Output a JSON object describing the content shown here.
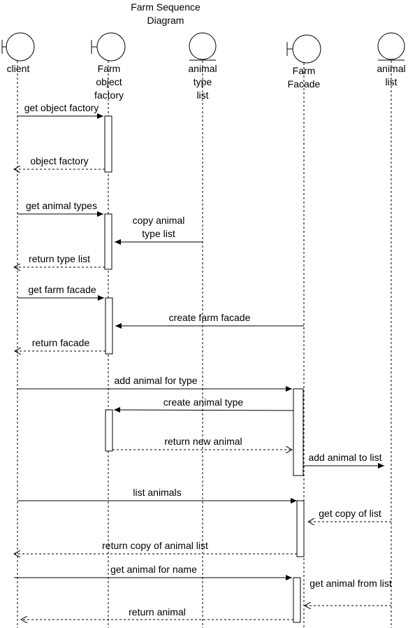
{
  "diagram": {
    "title_line1": "Farm Sequence",
    "title_line2": "Diagram",
    "participants": [
      {
        "kind": "boundary",
        "lines": [
          "client"
        ]
      },
      {
        "kind": "boundary",
        "lines": [
          "Farm",
          "object",
          "factory"
        ]
      },
      {
        "kind": "entity",
        "lines": [
          "animal",
          "type",
          "list"
        ]
      },
      {
        "kind": "boundary",
        "lines": [
          "Farm",
          "Facade"
        ]
      },
      {
        "kind": "entity",
        "lines": [
          "animal",
          "list"
        ]
      }
    ],
    "messages": [
      {
        "lines": [
          "get object factory"
        ]
      },
      {
        "lines": [
          "object factory"
        ]
      },
      {
        "lines": [
          "get animal types"
        ]
      },
      {
        "lines": [
          "copy animal",
          "type list"
        ]
      },
      {
        "lines": [
          "return type list"
        ]
      },
      {
        "lines": [
          "get farm facade"
        ]
      },
      {
        "lines": [
          "create farm facade"
        ]
      },
      {
        "lines": [
          "return facade"
        ]
      },
      {
        "lines": [
          "add animal for type"
        ]
      },
      {
        "lines": [
          "create animal type"
        ]
      },
      {
        "lines": [
          "return new animal"
        ]
      },
      {
        "lines": [
          "add animal to list"
        ]
      },
      {
        "lines": [
          "list animals"
        ]
      },
      {
        "lines": [
          "get copy of list"
        ]
      },
      {
        "lines": [
          "return copy of animal list"
        ]
      },
      {
        "lines": [
          "get animal for name"
        ]
      },
      {
        "lines": [
          "get animal from list"
        ]
      },
      {
        "lines": [
          "return animal"
        ]
      }
    ]
  }
}
